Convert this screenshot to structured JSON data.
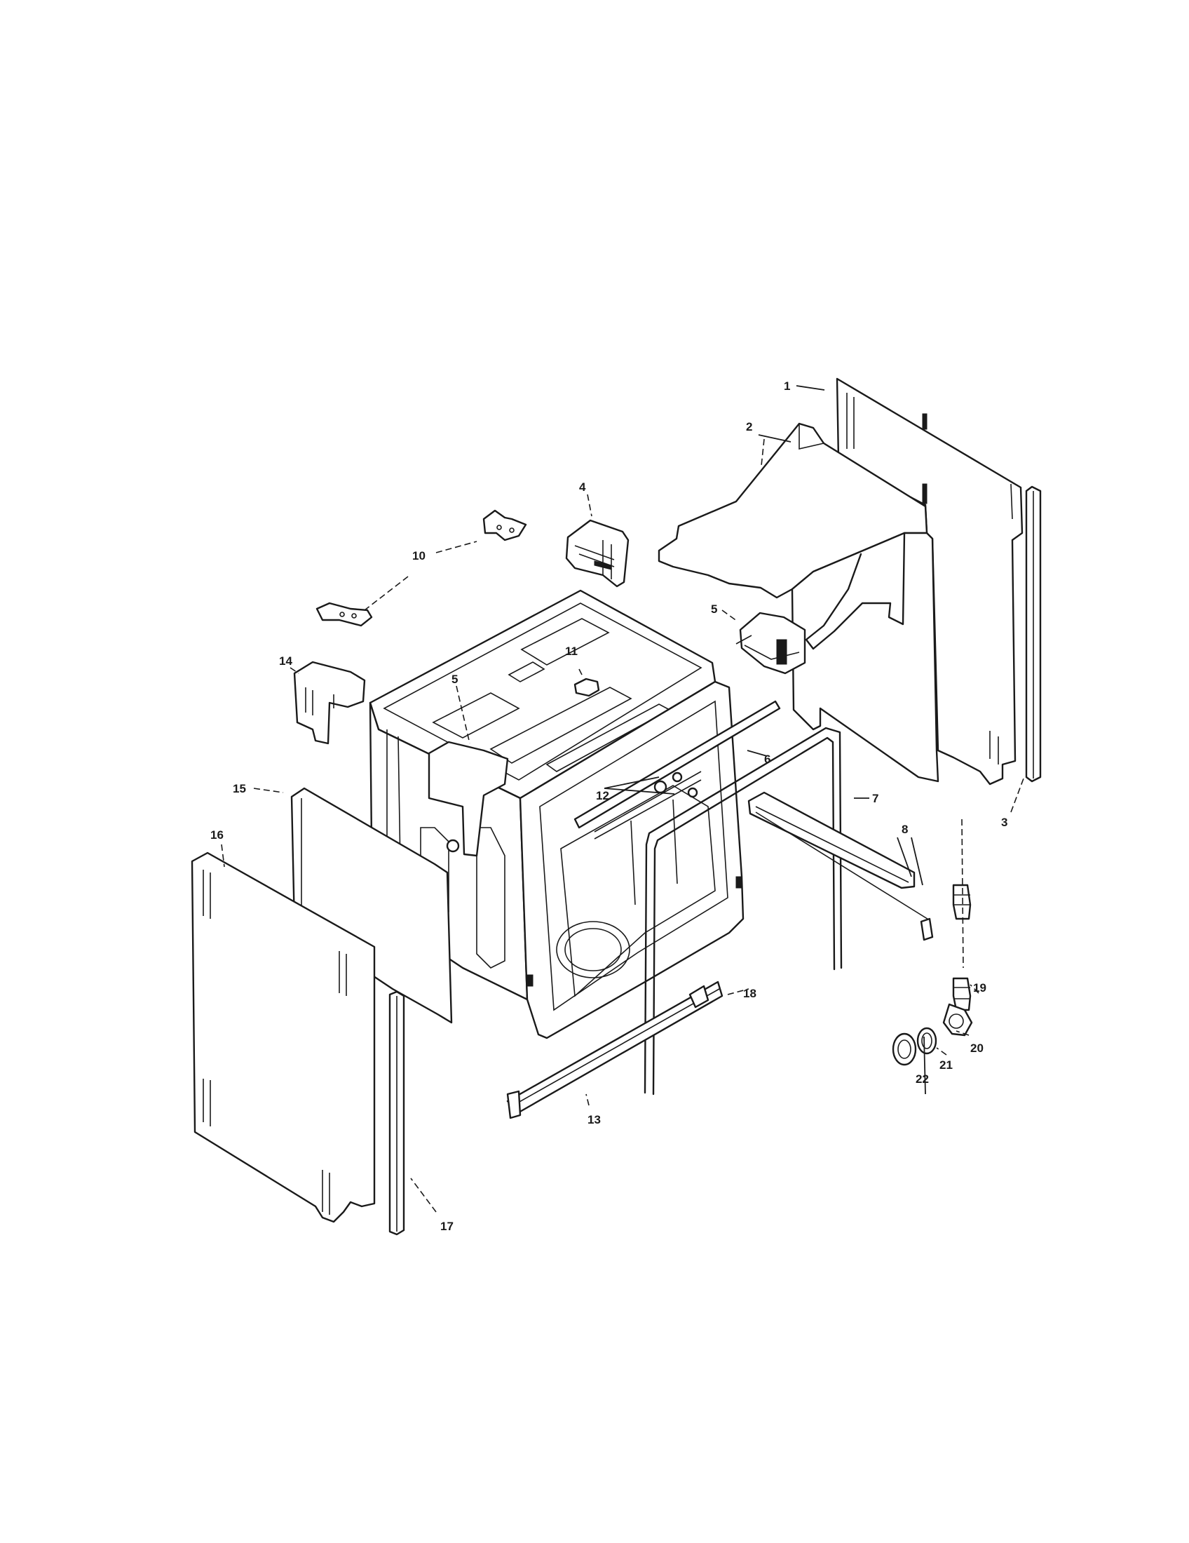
{
  "diagram": {
    "type": "exploded parts diagram",
    "callouts": [
      {
        "id": "c1",
        "text": "1"
      },
      {
        "id": "c2",
        "text": "2"
      },
      {
        "id": "c3",
        "text": "3"
      },
      {
        "id": "c4",
        "text": "4"
      },
      {
        "id": "c5a",
        "text": "5"
      },
      {
        "id": "c5b",
        "text": "5"
      },
      {
        "id": "c6",
        "text": "6"
      },
      {
        "id": "c7",
        "text": "7"
      },
      {
        "id": "c8",
        "text": "8"
      },
      {
        "id": "c10",
        "text": "10"
      },
      {
        "id": "c11",
        "text": "11"
      },
      {
        "id": "c12",
        "text": "12"
      },
      {
        "id": "c13",
        "text": "13"
      },
      {
        "id": "c14",
        "text": "14"
      },
      {
        "id": "c15",
        "text": "15"
      },
      {
        "id": "c16",
        "text": "16"
      },
      {
        "id": "c17",
        "text": "17"
      },
      {
        "id": "c18",
        "text": "18"
      },
      {
        "id": "c19",
        "text": "19"
      },
      {
        "id": "c20",
        "text": "20"
      },
      {
        "id": "c21",
        "text": "21"
      },
      {
        "id": "c22",
        "text": "22"
      }
    ]
  }
}
